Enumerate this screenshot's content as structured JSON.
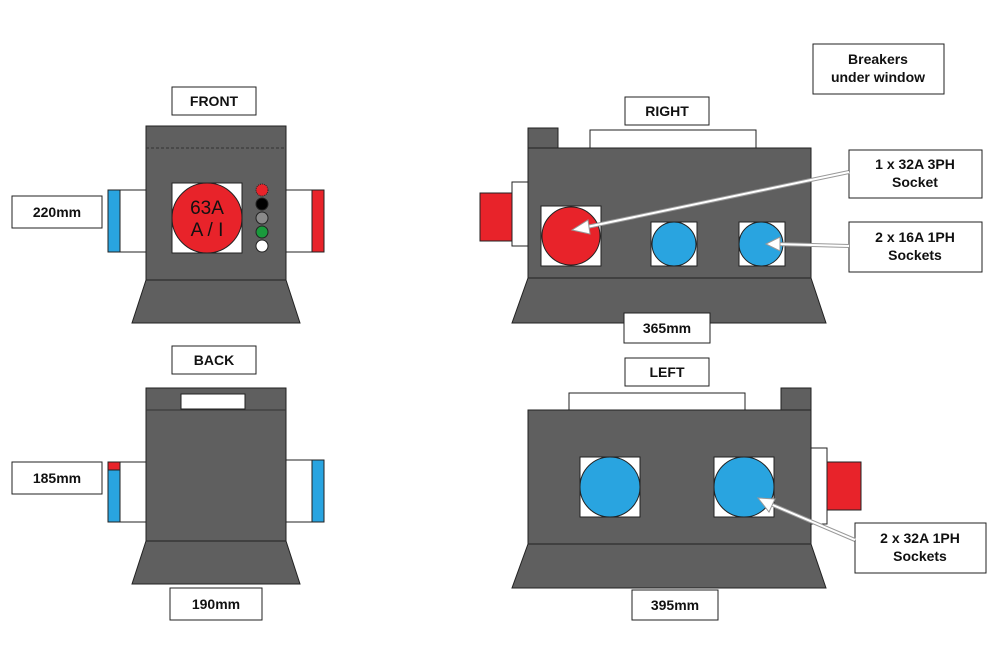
{
  "colors": {
    "body": "#5f5f5f",
    "outline": "#222222",
    "red": "#e8232a",
    "blue": "#29a4e0",
    "white": "#ffffff",
    "green": "#1a9a3c",
    "grey_led": "#8a8a8a",
    "black": "#000000"
  },
  "views": {
    "front": {
      "title": "FRONT",
      "dimension": "220mm",
      "breaker_amps": "63A",
      "breaker_mode": "A / I"
    },
    "back": {
      "title": "BACK",
      "side_dimension": "185mm",
      "width_dimension": "190mm"
    },
    "right": {
      "title": "RIGHT",
      "dimension": "365mm"
    },
    "left": {
      "title": "LEFT",
      "dimension": "395mm"
    }
  },
  "callouts": {
    "breakers": [
      "Breakers",
      "under window"
    ],
    "socket_32a_3ph": [
      "1 x 32A 3PH",
      "Socket"
    ],
    "sockets_16a_1ph": [
      "2 x 16A 1PH",
      "Sockets"
    ],
    "sockets_32a_1ph": [
      "2 x 32A 1PH",
      "Sockets"
    ]
  }
}
